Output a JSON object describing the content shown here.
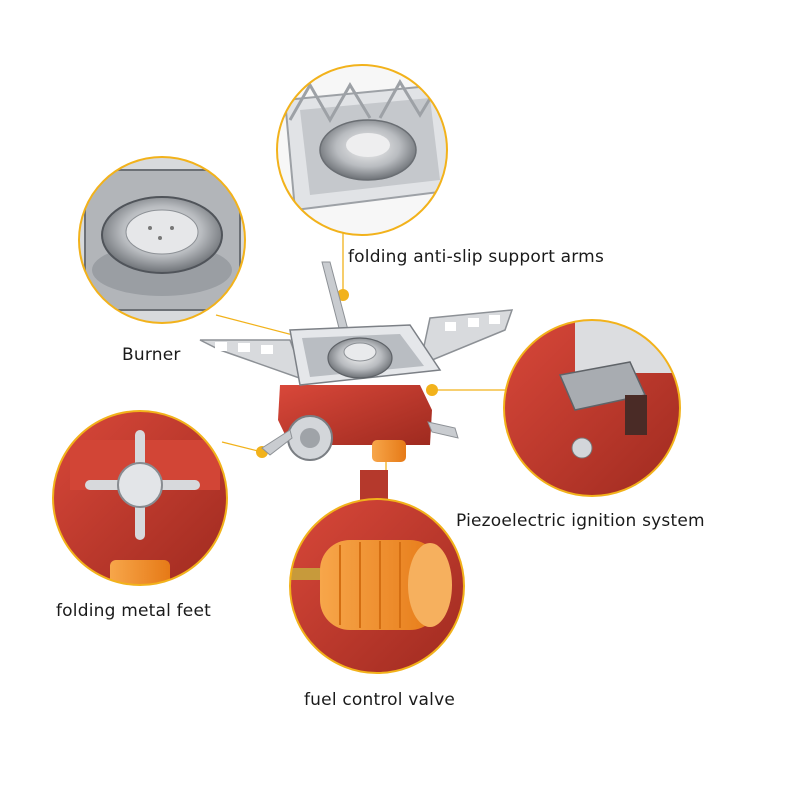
{
  "labels": {
    "support_arms": "folding anti-slip support arms",
    "burner": "Burner",
    "ignition": "Piezoelectric ignition system",
    "feet": "folding metal feet",
    "valve": "fuel control valve"
  },
  "colors": {
    "accent": "#f2b21b",
    "stove_body": "#c0392b",
    "valve_knob": "#f39c35",
    "steel": "#c9ccd0",
    "text": "#1a1a1a"
  }
}
